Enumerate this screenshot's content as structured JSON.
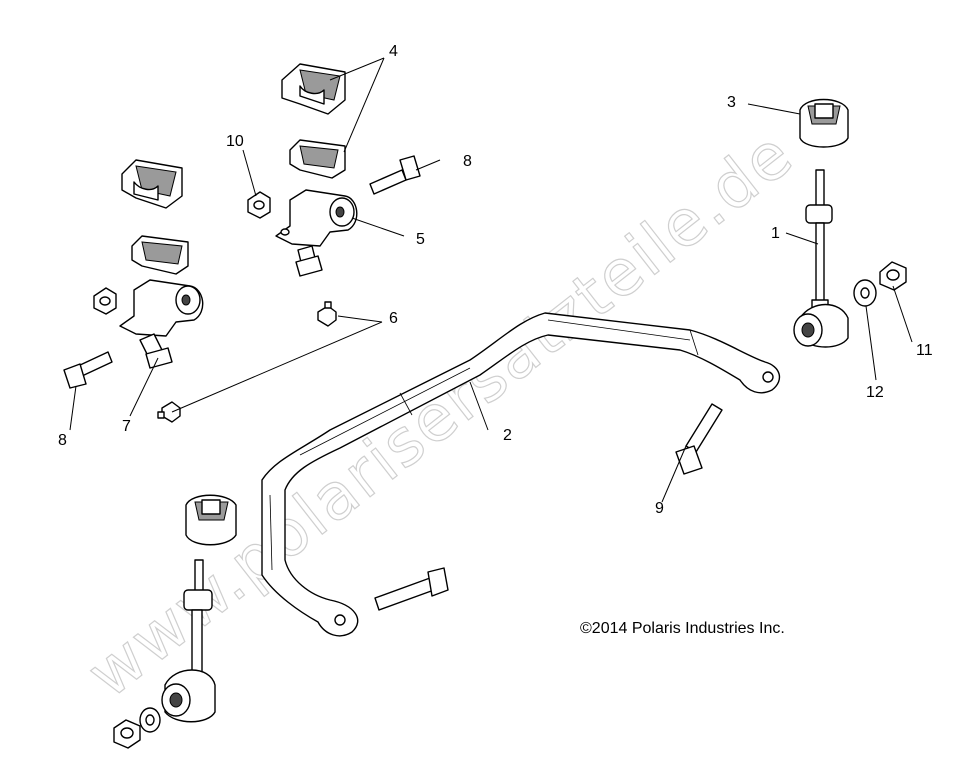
{
  "diagram": {
    "copyright": "©2014 Polaris Industries Inc.",
    "watermark": "www.polarisersatzteile.de",
    "callouts": [
      {
        "id": "c1",
        "label": "1"
      },
      {
        "id": "c2",
        "label": "2"
      },
      {
        "id": "c3",
        "label": "3"
      },
      {
        "id": "c4",
        "label": "4"
      },
      {
        "id": "c5",
        "label": "5"
      },
      {
        "id": "c6",
        "label": "6"
      },
      {
        "id": "c7",
        "label": "7"
      },
      {
        "id": "c8a",
        "label": "8"
      },
      {
        "id": "c8b",
        "label": "8"
      },
      {
        "id": "c9",
        "label": "9"
      },
      {
        "id": "c10",
        "label": "10"
      },
      {
        "id": "c11",
        "label": "11"
      },
      {
        "id": "c12",
        "label": "12"
      }
    ]
  }
}
